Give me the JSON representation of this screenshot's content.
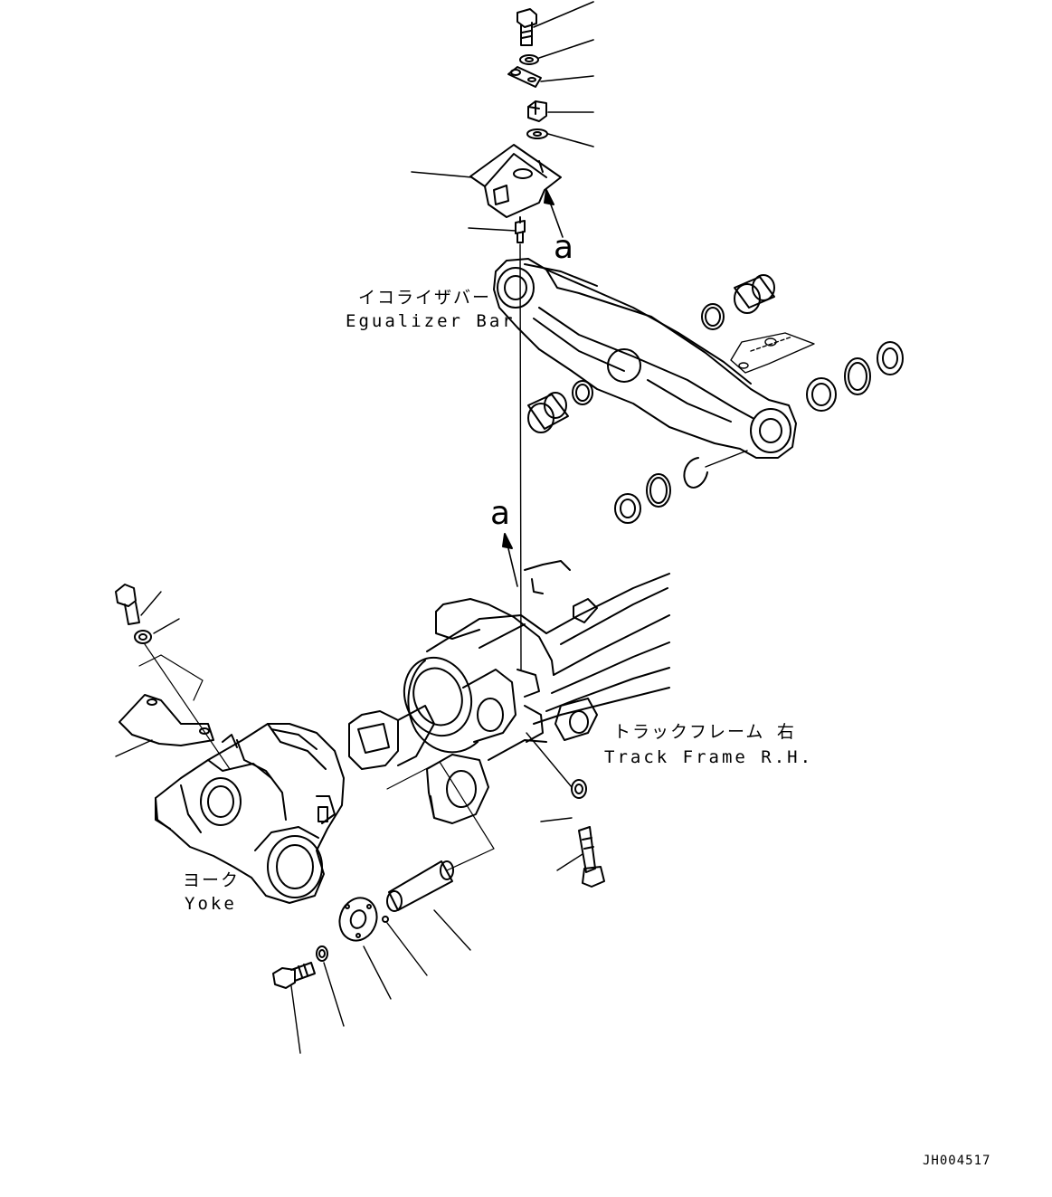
{
  "labels": {
    "equalizer_bar_jp": "イコライザバー",
    "equalizer_bar_en": "Egualizer Bar",
    "track_frame_jp": "トラックフレーム 右",
    "track_frame_en": "Track Frame R.H.",
    "yoke_jp": "ヨーク",
    "yoke_en": "Yoke",
    "ref_a_top": "a",
    "ref_a_middle": "a",
    "drawing_code": "JH004517"
  },
  "colors": {
    "line": "#000000",
    "background": "#ffffff"
  }
}
